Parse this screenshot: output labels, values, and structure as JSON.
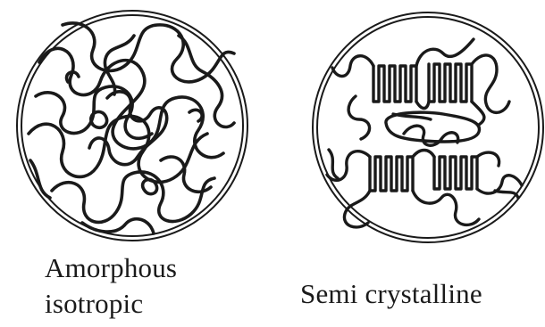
{
  "panels": [
    {
      "id": "amorphous",
      "label_lines": [
        "Amorphous",
        "isotropic"
      ]
    },
    {
      "id": "semi-crystalline",
      "label_lines": [
        "Semi crystalline"
      ]
    }
  ],
  "colors": {
    "stroke": "#1a1a1a",
    "background": "#ffffff"
  }
}
